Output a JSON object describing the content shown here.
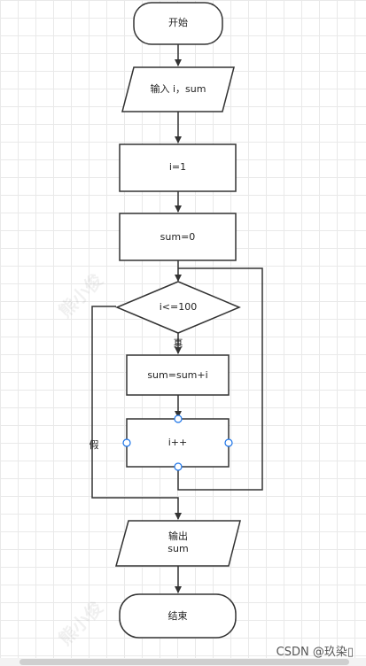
{
  "flowchart": {
    "start": "开始",
    "input": "输入 i，sum",
    "init_i": "i=1",
    "init_sum": "sum=0",
    "condition": "i<=100",
    "true_label": "真",
    "false_label": "假",
    "accumulate": "sum=sum+i",
    "increment": "i++",
    "output": "输出\nsum",
    "end": "结束"
  },
  "watermark": "CSDN @玖染▯",
  "colors": {
    "stroke": "#333333",
    "handle": "#1a73e8",
    "grid": "#e9e9e9"
  }
}
